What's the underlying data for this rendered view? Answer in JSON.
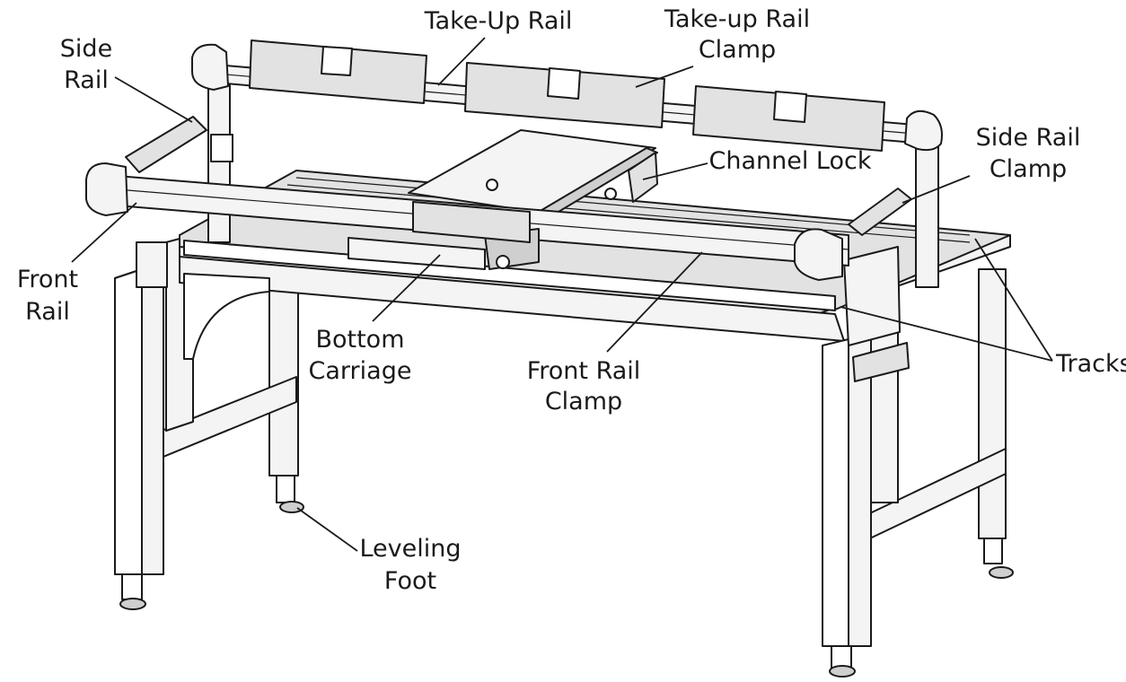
{
  "diagram": {
    "labels": {
      "take_up_rail": "Take-Up Rail",
      "take_up_rail_clamp_line1": "Take-up Rail",
      "take_up_rail_clamp_line2": "Clamp",
      "side_rail_line1": "Side",
      "side_rail_line2": "Rail",
      "side_rail_clamp_line1": "Side Rail",
      "side_rail_clamp_line2": "Clamp",
      "channel_lock": "Channel Lock",
      "front_rail_line1": "Front",
      "front_rail_line2": "Rail",
      "bottom_carriage_line1": "Bottom",
      "bottom_carriage_line2": "Carriage",
      "front_rail_clamp_line1": "Front Rail",
      "front_rail_clamp_line2": "Clamp",
      "tracks": "Tracks",
      "leveling_foot_line1": "Leveling",
      "leveling_foot_line2": "Foot"
    }
  }
}
